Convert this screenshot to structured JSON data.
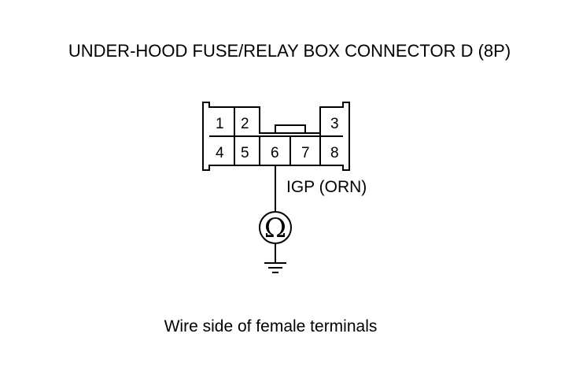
{
  "title": "UNDER-HOOD FUSE/RELAY BOX CONNECTOR D (8P)",
  "connector": {
    "pins": [
      "1",
      "2",
      "3",
      "4",
      "5",
      "6",
      "7",
      "8"
    ]
  },
  "wire": {
    "label": "IGP (ORN)"
  },
  "meter": {
    "symbol": "Ω",
    "icon": "ohmmeter-icon"
  },
  "ground": {
    "icon": "ground-icon"
  },
  "caption": "Wire side of female terminals"
}
